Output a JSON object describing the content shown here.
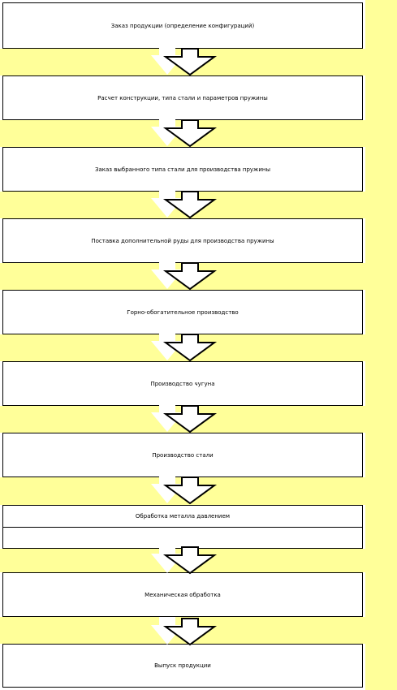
{
  "colors": {
    "band": "#ffff99",
    "box_fill": "#ffffff",
    "stroke": "#000000"
  },
  "steps": [
    {
      "label": "Заказ продукции (определение конфигураций)"
    },
    {
      "label": "Расчет конструкции, типа стали и параметров пружины"
    },
    {
      "label": "Заказ выбранного типа стали для производства пружины"
    },
    {
      "label": "Поставка дополнительной руды для производства пружины"
    },
    {
      "label": "Горно-обогатительное производство"
    },
    {
      "label": "Производство чугуна"
    },
    {
      "label": "Производство стали"
    },
    {
      "label": "Обработка металла давлением",
      "extra_line": ""
    },
    {
      "label": "Механическая обработка"
    },
    {
      "label": "Выпуск продукции"
    }
  ]
}
